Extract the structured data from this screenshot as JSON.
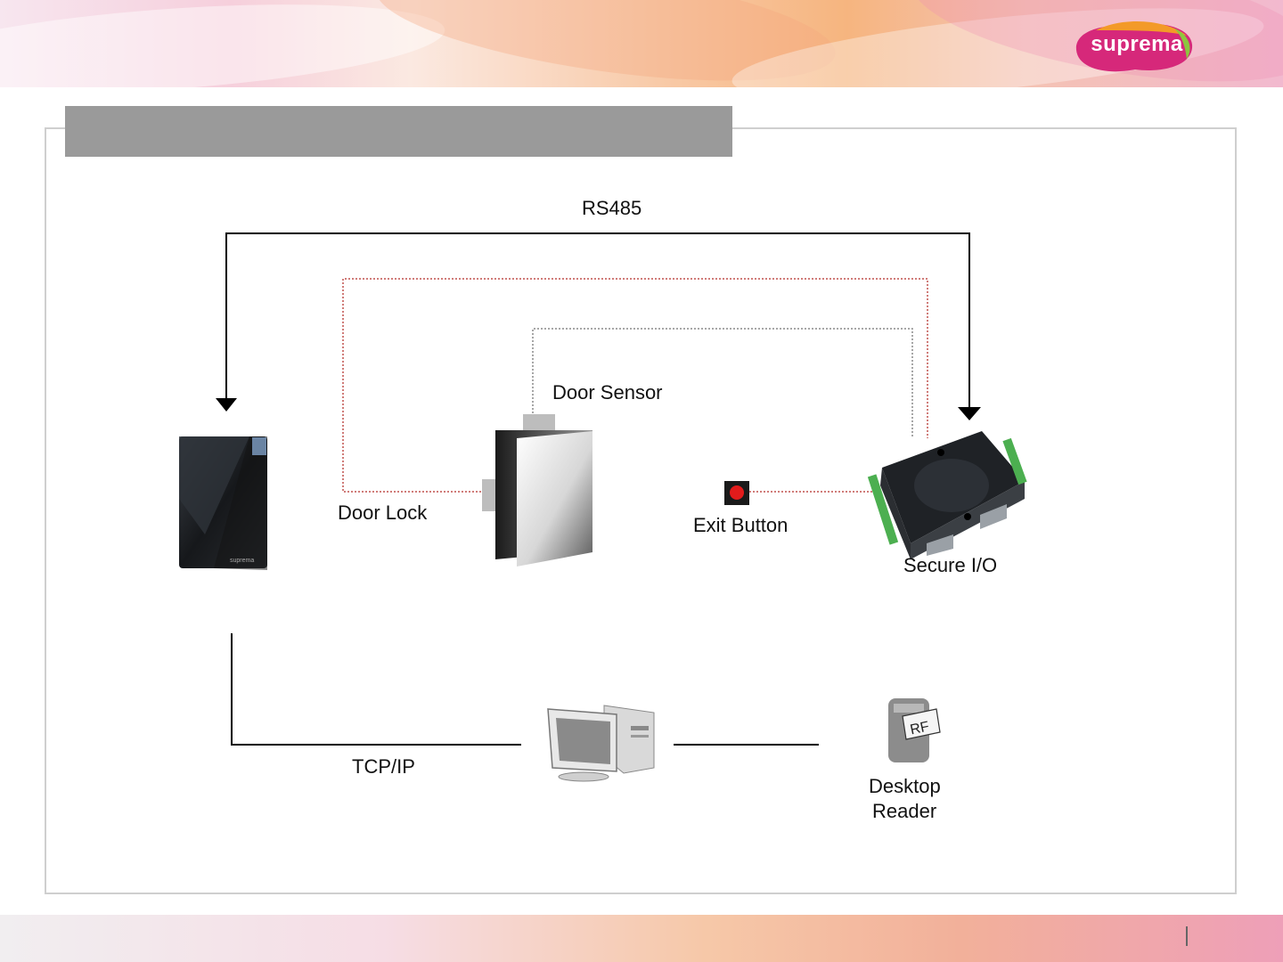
{
  "slide": {
    "title": "",
    "logo_text": "suprema"
  },
  "diagram": {
    "labels": {
      "rs485": "RS485",
      "door_sensor": "Door Sensor",
      "door_lock": "Door Lock",
      "exit_button": "Exit Button",
      "secure_io": "Secure I/O",
      "tcp_ip": "TCP/IP",
      "desktop_reader_line1": "Desktop",
      "desktop_reader_line2": "Reader",
      "rf_badge": "RF",
      "reader_brand": "suprema"
    },
    "colors": {
      "solid_line": "#000000",
      "dotted_line": "#c0504d",
      "dotted_line_gray": "#9a9a9a",
      "exit_button_red": "#e21b1b",
      "secure_io_terminal": "#4caf50"
    },
    "icons": {
      "reader": "card-reader-icon",
      "door": "door-icon",
      "exit_button": "red-button-icon",
      "secure_io": "io-module-icon",
      "computer": "desktop-computer-icon",
      "desktop_reader": "rf-reader-icon"
    }
  }
}
